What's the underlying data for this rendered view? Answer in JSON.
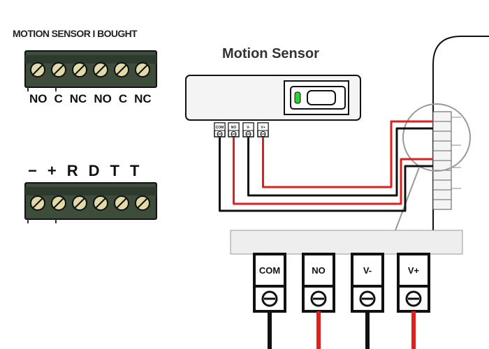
{
  "header": {
    "purchased_title": "MOTION SENSOR I BOUGHT",
    "sensor_title": "Motion Sensor"
  },
  "purchased_block": {
    "labels": [
      "NO",
      "C",
      "NC",
      "NO",
      "C",
      "NC"
    ]
  },
  "panel_block": {
    "labels": [
      "−",
      "+",
      "R",
      "D",
      "T",
      "T"
    ]
  },
  "sensor_terminals": [
    "COM",
    "NO",
    "V-",
    "V+"
  ],
  "zoom_terminals": [
    "COM",
    "NO",
    "V-",
    "V+"
  ],
  "colors": {
    "red_wire": "#e0201c",
    "black_wire": "#111111",
    "terminal_green": "#3d4c3b",
    "screw_yellow": "#e0d9a8",
    "led_green": "#2bd233"
  }
}
